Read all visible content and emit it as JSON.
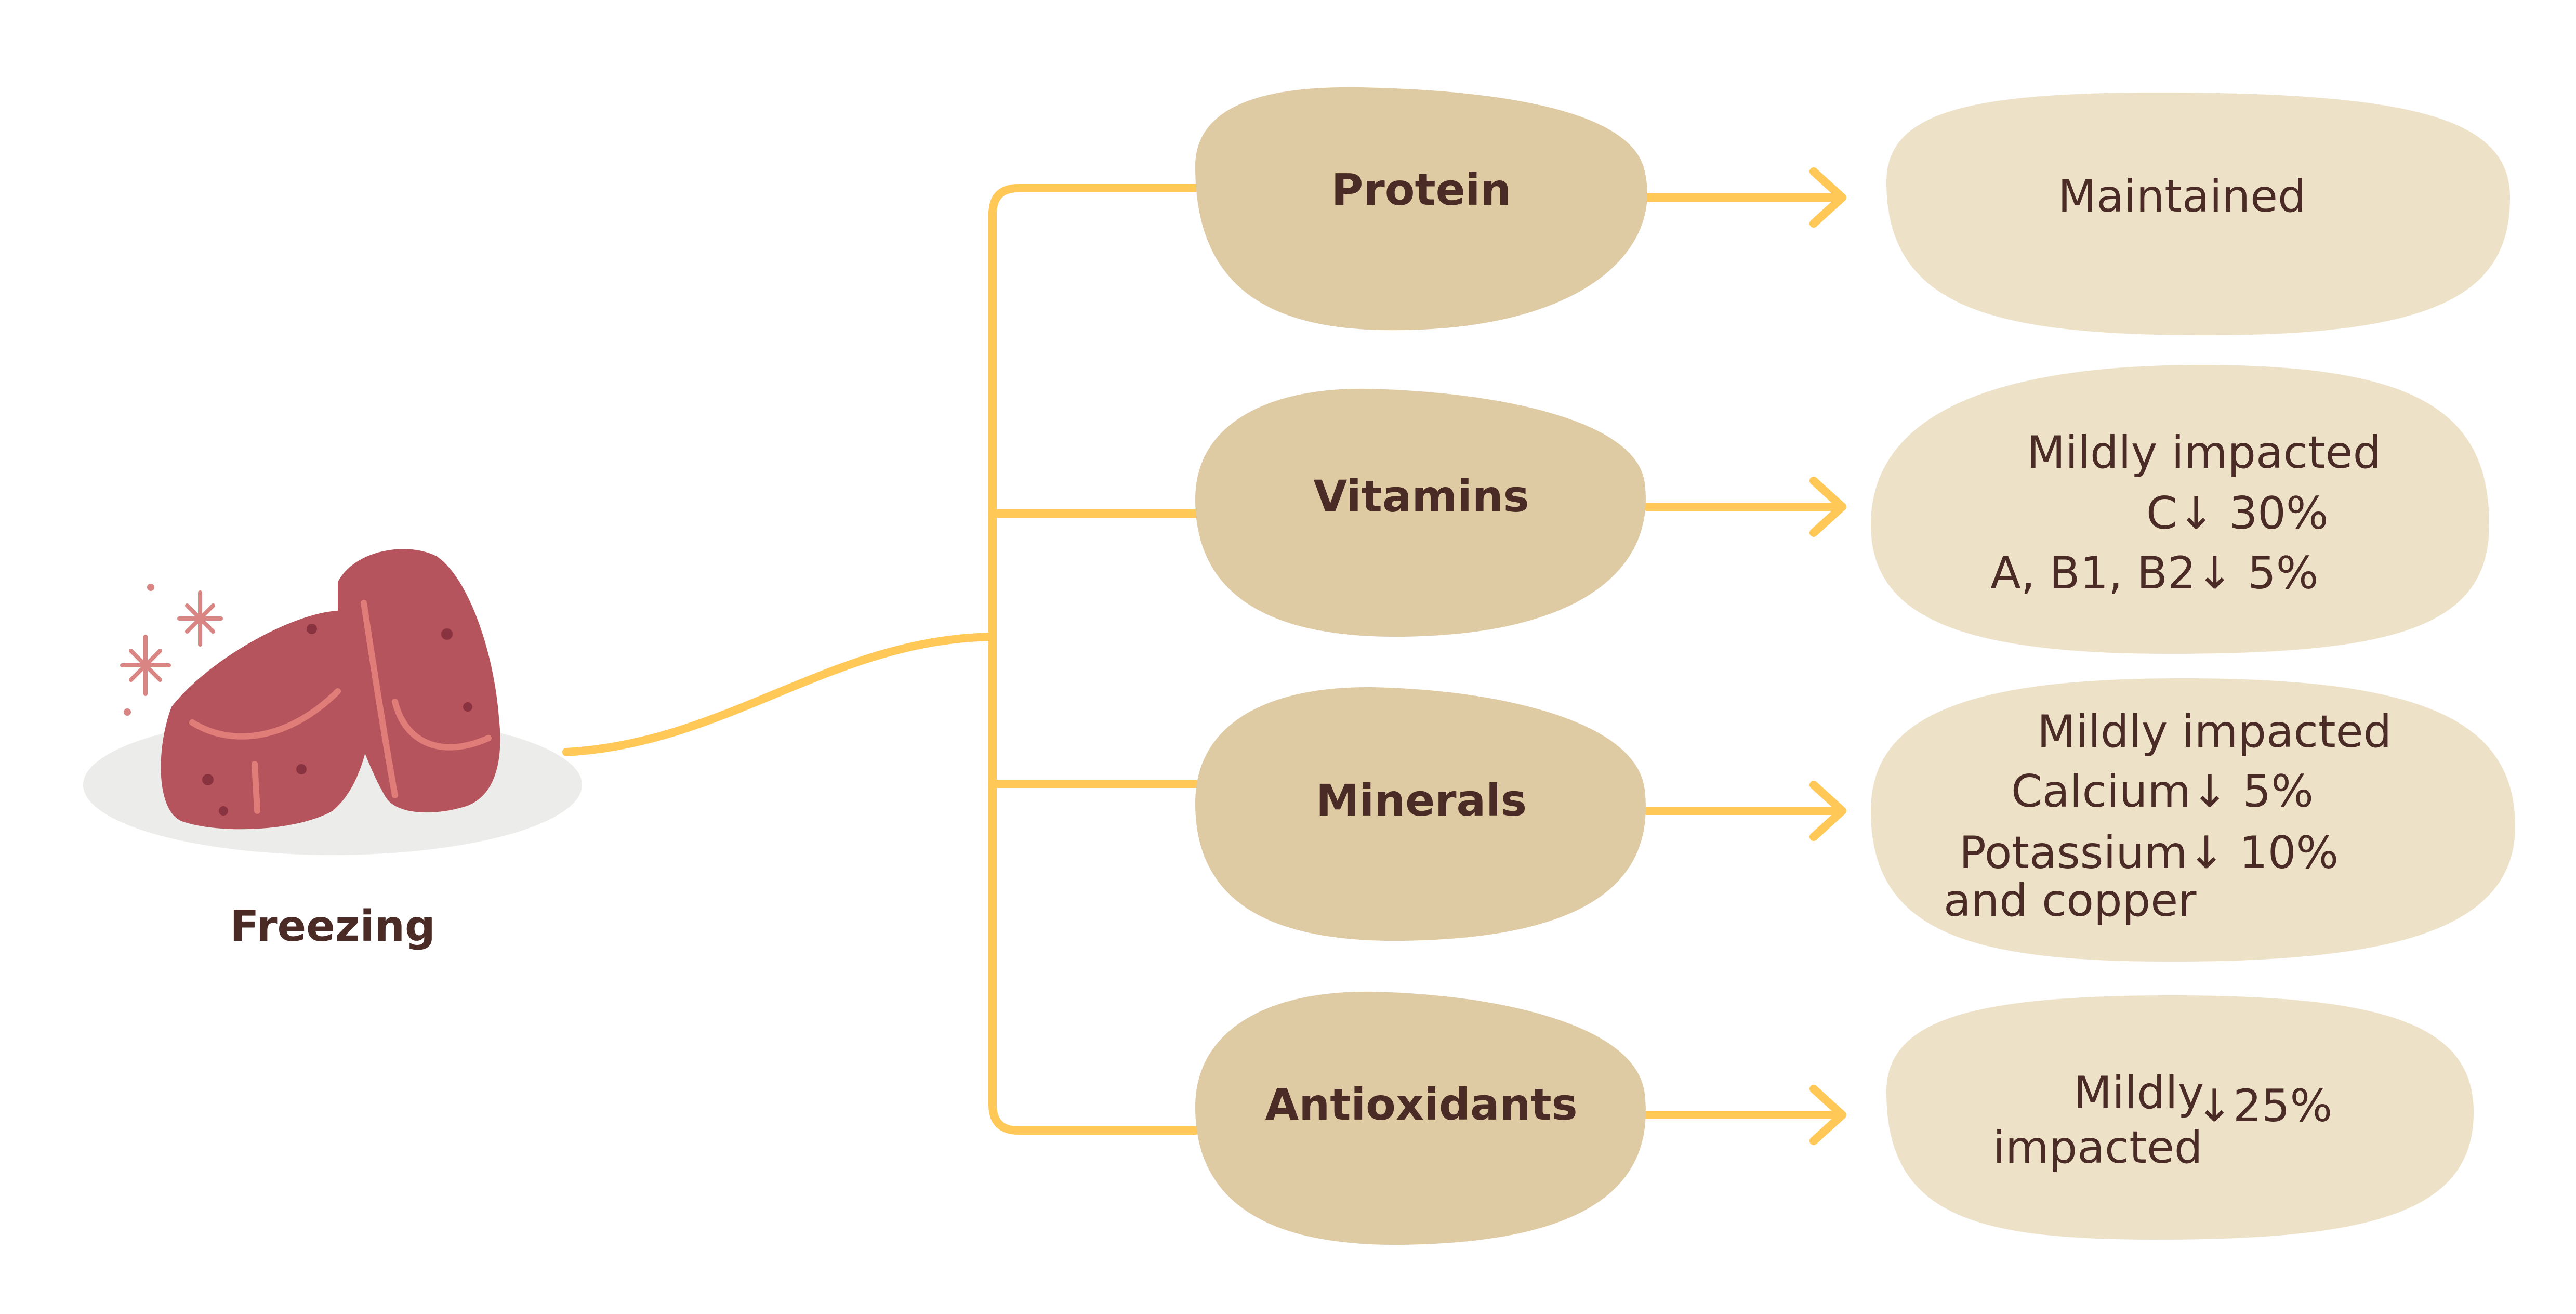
{
  "source": {
    "label": "Freezing",
    "icon": "frozen-meat-icon"
  },
  "categories": [
    {
      "id": "protein",
      "label": "Protein",
      "result_lines": [
        "Maintained"
      ]
    },
    {
      "id": "vitamins",
      "label": "Vitamins",
      "result_lines": [
        "Mildly impacted",
        "C↓ 30%",
        "A, B1, B2↓ 5%"
      ]
    },
    {
      "id": "minerals",
      "label": "Minerals",
      "result_lines": [
        "Mildly impacted",
        "Calcium↓ 5%",
        "Potassium↓ 10%",
        "and copper"
      ]
    },
    {
      "id": "antioxidants",
      "label": "Antioxidants",
      "result_lines": [
        "Mildly",
        "↓25%",
        "impacted"
      ]
    }
  ],
  "colors": {
    "connector": "#ffc857",
    "category_fill": "#decaa3",
    "result_fill": "#ede1c8",
    "text": "#4a2b25",
    "meat": "#b5545c",
    "meat_highlight": "#e07d78",
    "plate": "#ececea",
    "sparkle": "#d88584"
  }
}
